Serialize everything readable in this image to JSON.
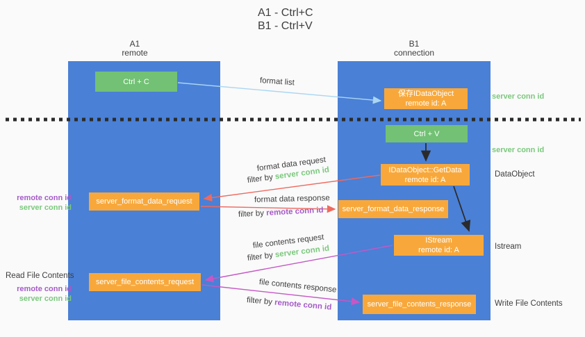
{
  "title": {
    "line1": "A1 - Ctrl+C",
    "line2": "B1 - Ctrl+V"
  },
  "columns": {
    "a1": {
      "title": "A1",
      "subtitle": "remote"
    },
    "b1": {
      "title": "B1",
      "subtitle": "connection"
    }
  },
  "nodes": {
    "ctrl_c": "Ctrl + C",
    "save_idataobject": {
      "line1": "保存IDataObject",
      "line2": "remote id: A"
    },
    "ctrl_v": "Ctrl + V",
    "getdata": {
      "line1": "IDataObject::GetData",
      "line2": "remote id: A"
    },
    "format_request": "server_format_data_request",
    "format_response": "server_format_data_response",
    "istream": {
      "line1": "IStream",
      "line2": "remote id: A"
    },
    "file_request": "server_file_contents_request",
    "file_response": "server_file_contents_response"
  },
  "edge_labels": {
    "format_list": "format list",
    "format_data_request": "format data request",
    "format_data_response": "format data response",
    "file_contents_request": "file contents request",
    "file_contents_response": "file contents response",
    "filter_by": "filter by ",
    "server_conn_id": "server conn id",
    "remote_conn_id": "remote conn id"
  },
  "side_labels": {
    "server_conn_id_top": "server conn id",
    "server_conn_id_mid": "server conn id",
    "dataobject": "DataObject",
    "istream": "Istream",
    "write_file_contents": "Write File Contents",
    "read_file_contents": "Read File Contents",
    "remote_conn_id_1": "remote conn id",
    "server_conn_id_1": "server conn id",
    "remote_conn_id_2": "remote conn id",
    "server_conn_id_2": "server conn id"
  },
  "colors": {
    "column_blue": "#4a80d6",
    "box_green": "#72c175",
    "box_orange": "#f8a83b",
    "green_text": "#7bc87d",
    "purple_text": "#a55bc8",
    "red_arrow": "#ee6a5f",
    "magenta_arrow": "#c558c5",
    "light_blue_arrow": "#aad6f2",
    "black_arrow": "#2b2b2b"
  }
}
